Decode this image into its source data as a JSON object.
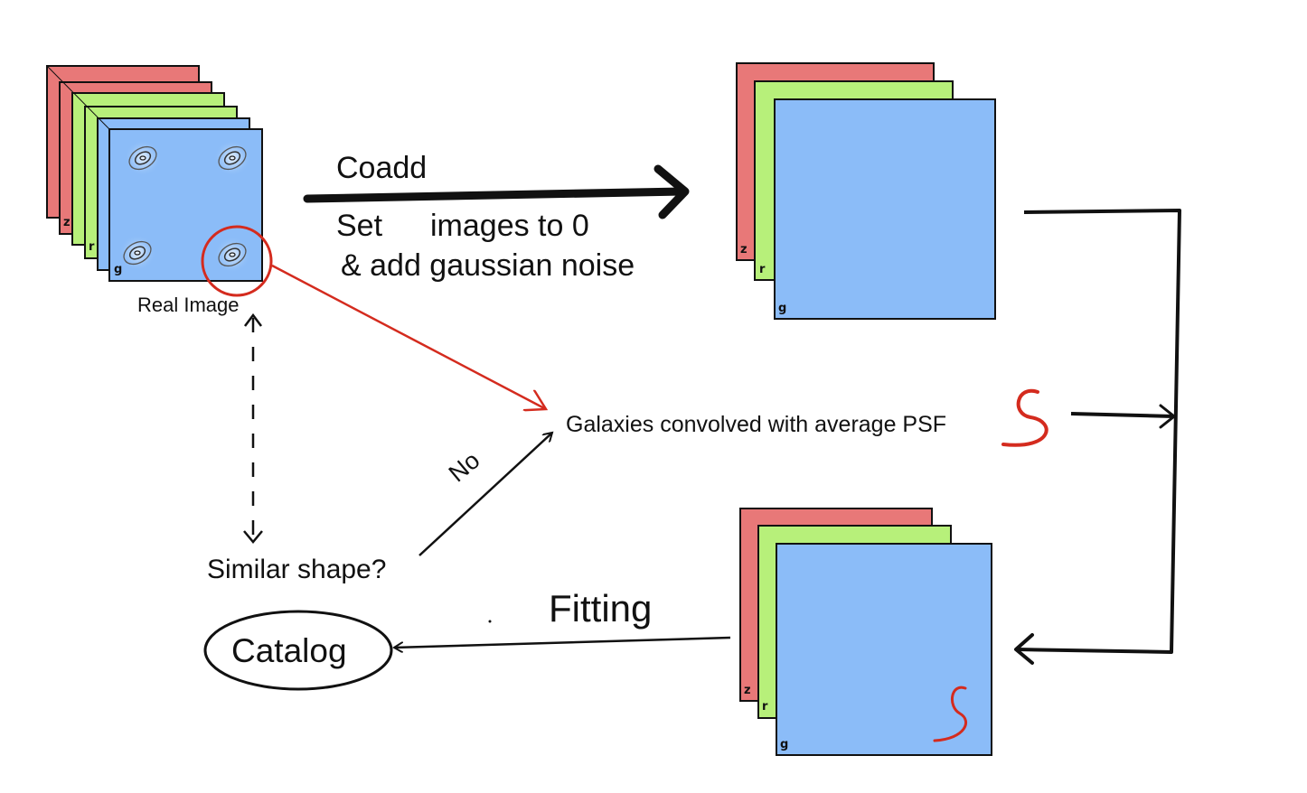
{
  "labels": {
    "real_image": "Real Image",
    "coadd": "Coadd",
    "set_images_1": "Set",
    "set_images_2": "images to 0",
    "add_noise": "& add gaussian noise",
    "galaxies_psf": "Galaxies convolved with average PSF",
    "no": "No",
    "similar_shape": "Similar shape?",
    "fitting": "Fitting",
    "catalog": "Catalog"
  },
  "band_labels": {
    "z": "z",
    "r": "r",
    "g": "g"
  },
  "colors": {
    "red_band": "#e87878",
    "green_band": "#b7f07a",
    "blue_band": "#8bbcf8",
    "annotation_red": "#d42b1e",
    "ink": "#111111"
  }
}
